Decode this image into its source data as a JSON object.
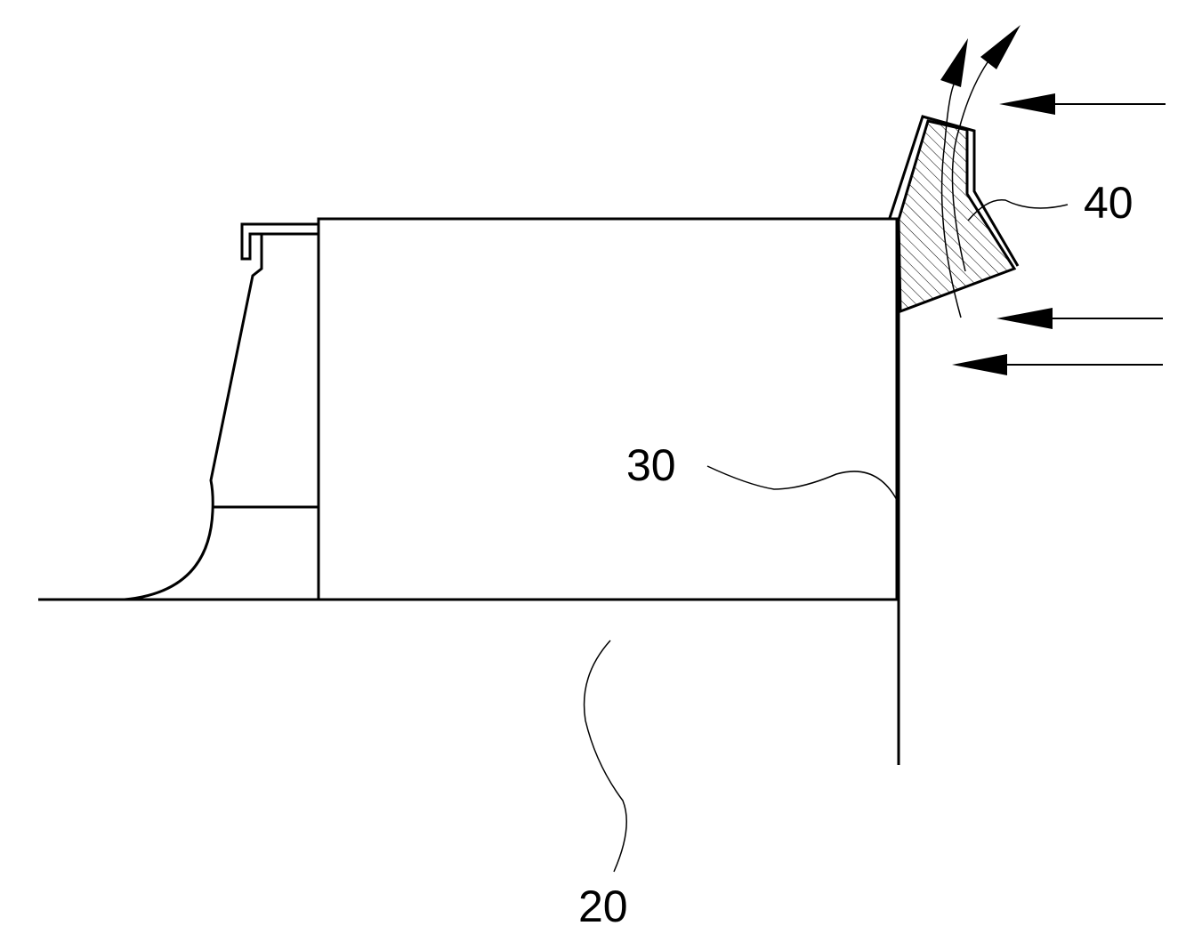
{
  "labels": {
    "ref_20": "20",
    "ref_30": "30",
    "ref_40": "40"
  },
  "colors": {
    "line": "#000000",
    "background": "#ffffff"
  }
}
